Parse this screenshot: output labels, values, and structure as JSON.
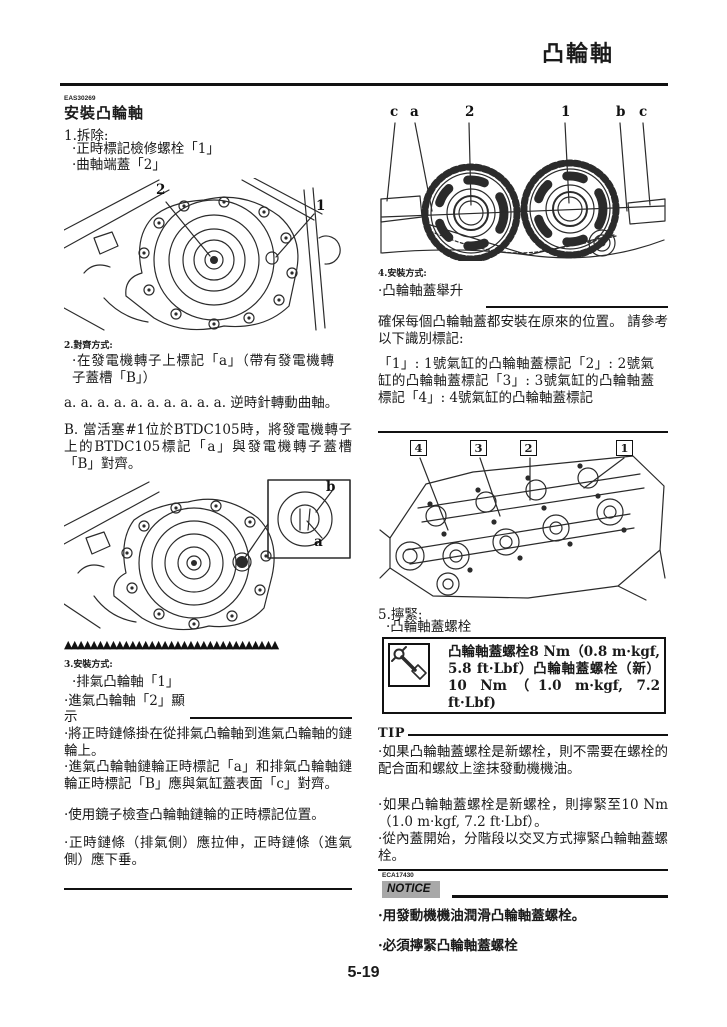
{
  "header": {
    "title": "凸輪軸"
  },
  "footer": {
    "page_number": "5-19"
  },
  "colors": {
    "ink": "#1a1a1a",
    "notice_bg": "#a8a8a8"
  },
  "left": {
    "code": "EAS30269",
    "title": "安裝凸輪軸",
    "step1_label": "1.拆除:",
    "step1_items": [
      "·正時標記檢修螺栓「1」",
      "·曲軸端蓋「2」"
    ],
    "fig1_labels": {
      "part2": "2",
      "part1": "1"
    },
    "step2_label": "2.對齊方式:",
    "step2_item": "·在發電機轉子上標記「a」（帶有發電機轉子蓋槽「B」）",
    "sub_a": "a. a. a. a. a. a. a. a. a. a. 逆時針轉動曲軸。",
    "sub_b": "B. 當活塞#1位於BTDC105時，將發電機轉子上的BTDC105標記「a」與發電機轉子蓋槽「B」對齊。",
    "fig2_labels": {
      "mark_b": "b",
      "mark_a": "a"
    },
    "divider_triangles": "▲▲▲▲▲▲▲▲▲▲▲▲▲▲▲▲▲▲▲▲▲▲▲▲▲▲▲▲▲▲▲▲▲",
    "step3_label": "3.安裝方式:",
    "step3_item1": "·排氣凸輪軸「1」",
    "step3_item2_line1": "·進氣凸輪軸「2」顯",
    "step3_item2_line2": "示",
    "step3_item3": "·將正時鏈條掛在從排氣凸輪軸到進氣凸輪軸的鏈輪上。",
    "step3_item4": "·進氣凸輪軸鏈輪正時標記「a」和排氣凸輪軸鏈輪正時標記「B」應與氣缸蓋表面「c」對齊。",
    "step3_item5": "·使用鏡子檢查凸輪軸鏈輪的正時標記位置。",
    "step3_item6": "·正時鏈條（排氣側）應拉伸，正時鏈條（進氣側）應下垂。"
  },
  "right": {
    "fig3_labels": [
      "c",
      "a",
      "2",
      "1",
      "b",
      "c"
    ],
    "step4_label": "4.安裝方式:",
    "step4_item": "·凸輪軸蓋舉升",
    "para_confirm": "確保每個凸輪軸蓋都安裝在原來的位置。 請參考以下識別標記:",
    "para_ids": "「1」: 1號氣缸的凸輪軸蓋標記「2」: 2號氣缸的凸輪軸蓋標記「3」: 3號氣缸的凸輪軸蓋標記「4」: 4號氣缸的凸輪軸蓋標記",
    "fig4_labels": [
      "4",
      "3",
      "2",
      "1"
    ],
    "step5_label": "5.擰緊:",
    "step5_item": "·凸輪軸蓋螺栓",
    "torque_icon": "torque-wrench-icon",
    "torque_spec": "凸輪軸蓋螺栓8 Nm（0.8 m·kgf, 5.8 ft·Lbf）凸輪軸蓋螺栓（新）10 Nm（1.0 m·kgf, 7.2 ft·Lbf)",
    "tip_label": "TIP",
    "tip_items": [
      "·如果凸輪軸蓋螺栓是新螺栓，則不需要在螺栓的配合面和螺紋上塗抹發動機機油。",
      "·如果凸輪軸蓋螺栓是新螺栓，則擰緊至10 Nm（1.0 m·kgf, 7.2 ft·Lbf）。",
      "·從內蓋開始，分階段以交叉方式擰緊凸輪軸蓋螺栓。"
    ],
    "notice_code": "ECA17430",
    "notice_label": "NOTICE",
    "notice_items": [
      "·用發動機機油潤滑凸輪軸蓋螺栓。",
      "·必須擰緊凸輪軸蓋螺栓"
    ]
  }
}
